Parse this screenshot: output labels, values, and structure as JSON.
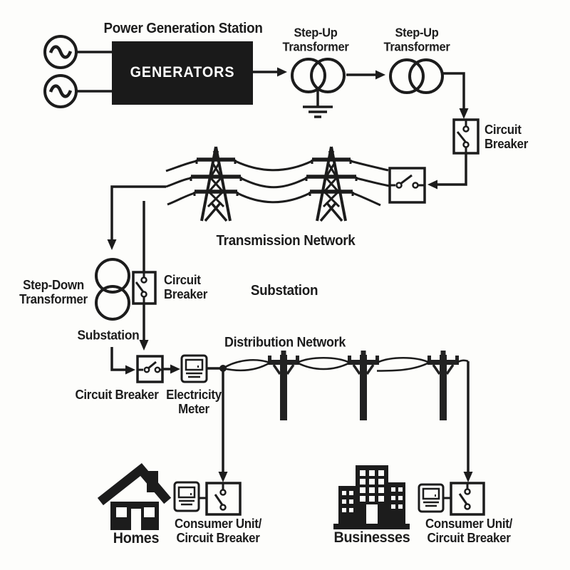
{
  "colors": {
    "ink": "#1c1c1c",
    "background": "#fdfdfb",
    "generator_box_fill": "#1a1a1a",
    "generator_box_text": "#ffffff"
  },
  "labels": {
    "power_generation_station": "Power Generation Station",
    "generators": "GENERATORS",
    "step_up_transformer_1": "Step-Up\nTransformer",
    "step_up_transformer_2": "Step-Up\nTransformer",
    "circuit_breaker_top": "Circuit\nBreaker",
    "transmission_network": "Transmission Network",
    "step_down_transformer": "Step-Down\nTransformer",
    "circuit_breaker_substation": "Circuit\nBreaker",
    "substation_center": "Substation",
    "substation_feeder": "Substation",
    "circuit_breaker_distribution": "Circuit Breaker",
    "electricity_meter": "Electricity\nMeter",
    "distribution_network": "Distribution Network",
    "homes": "Homes",
    "consumer_unit_homes": "Consumer Unit/\nCircuit Breaker",
    "businesses": "Businesses",
    "consumer_unit_businesses": "Consumer Unit/\nCircuit Breaker"
  }
}
